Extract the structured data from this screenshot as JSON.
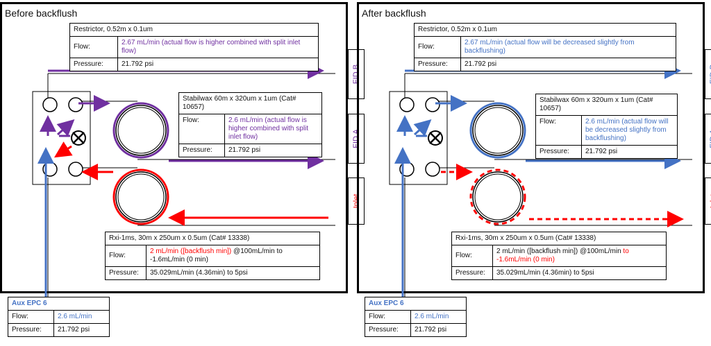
{
  "before": {
    "title": "Before backflush",
    "restrictor": {
      "header": "Restrictor, 0.52m x 0.1um",
      "flow_label": "Flow:",
      "flow_value": "2.67 mL/min (actual flow is higher combined with split inlet flow)",
      "pressure_label": "Pressure:",
      "pressure_value": "21.792 psi"
    },
    "stabilwax": {
      "header": "Stabilwax 60m x 320um x 1um (Cat# 10657)",
      "flow_label": "Flow:",
      "flow_value": "2.6 mL/min (actual flow is higher combined with split inlet flow)",
      "pressure_label": "Pressure:",
      "pressure_value": "21.792 psi"
    },
    "rxi": {
      "header": "Rxi-1ms, 30m x 250um x 0.5um (Cat# 13338)",
      "flow_label": "Flow:",
      "flow_value_red": "2 mL/min ([backflush min])",
      "flow_value_black": " @100mL/min to -1.6mL/min (0 min)",
      "pressure_label": "Pressure:",
      "pressure_value": "35.029mL/min (4.36min) to 5psi"
    },
    "aux": {
      "header": "Aux EPC 6",
      "flow_label": "Flow:",
      "flow_value": "2.6 mL/min",
      "pressure_label": "Pressure:",
      "pressure_value": "21.792 psi"
    }
  },
  "after": {
    "title": "After backflush",
    "restrictor": {
      "header": "Restrictor, 0.52m x 0.1um",
      "flow_label": "Flow:",
      "flow_value": "2.67 mL/min (actual flow will be decreased slightly from backflushing)",
      "pressure_label": "Pressure:",
      "pressure_value": "21.792 psi"
    },
    "stabilwax": {
      "header": "Stabilwax 60m x 320um x 1um (Cat# 10657)",
      "flow_label": "Flow:",
      "flow_value": "2.6 mL/min (actual flow will be decreased slightly from backflushing)",
      "pressure_label": "Pressure:",
      "pressure_value": "21.792 psi"
    },
    "rxi": {
      "header": "Rxi-1ms, 30m x 250um x 0.5um (Cat# 13338)",
      "flow_label": "Flow:",
      "flow_value_black": "2 mL/min ([backflush min]) @100mL/min",
      "flow_value_red": " to -1.6mL/min (0 min)",
      "pressure_label": "Pressure:",
      "pressure_value": "35.029mL/min (4.36min) to 5psi"
    },
    "aux": {
      "header": "Aux EPC 6",
      "flow_label": "Flow:",
      "flow_value": "2.6 mL/min",
      "pressure_label": "Pressure:",
      "pressure_value": "21.792 psi"
    }
  },
  "detectors": {
    "fid_b": "FID B",
    "fid_a": "FID A",
    "inlet": "Inlet"
  },
  "colors": {
    "purple": "#7030a0",
    "blue": "#4472c4",
    "red": "#ff0000"
  }
}
